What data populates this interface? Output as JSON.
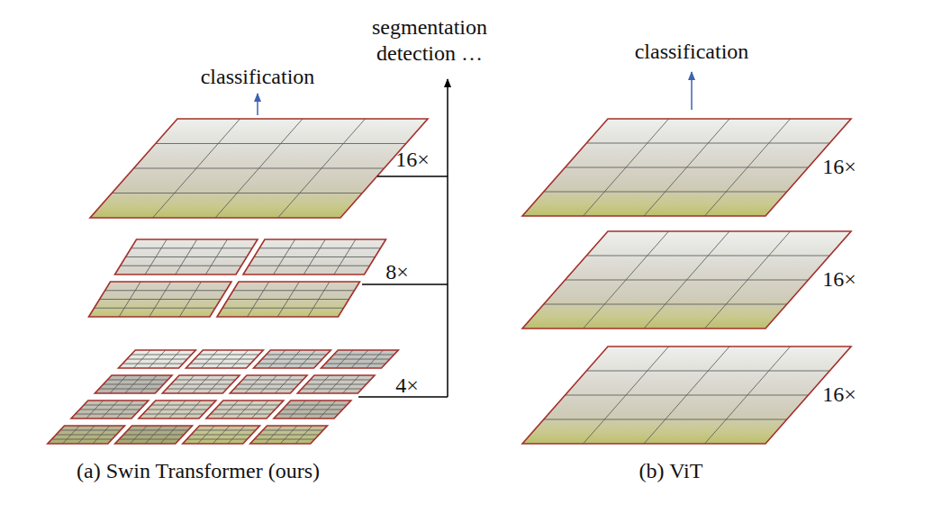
{
  "diagram": {
    "labels": [
      "classification",
      "segmentation detection …",
      "classification",
      "16×",
      "8×",
      "4×",
      "16×",
      "16×",
      "16×",
      "(a) Swin Transformer (ours)",
      "(b) ViT"
    ]
  }
}
